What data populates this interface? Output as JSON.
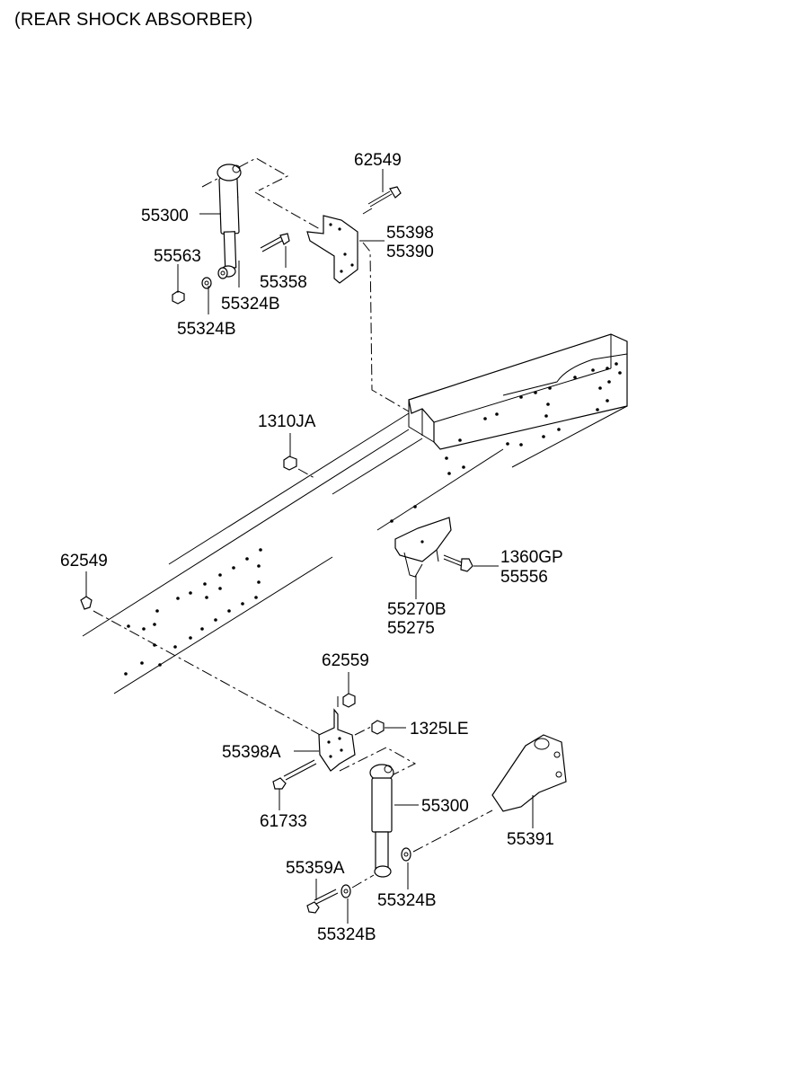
{
  "title": "(REAR SHOCK ABSORBER)",
  "labels": {
    "p62549_top": "62549",
    "p55300_top": "55300",
    "p55398": "55398",
    "p55390": "55390",
    "p55563": "55563",
    "p55358": "55358",
    "p55324B_a": "55324B",
    "p55324B_b": "55324B",
    "p1310JA": "1310JA",
    "p62549_left": "62549",
    "p1360GP": "1360GP",
    "p55556": "55556",
    "p55270B": "55270B",
    "p55275": "55275",
    "p62559": "62559",
    "p1325LE": "1325LE",
    "p55398A": "55398A",
    "p61733": "61733",
    "p55300_bottom": "55300",
    "p55391": "55391",
    "p55359A": "55359A",
    "p55324B_c": "55324B",
    "p55324B_d": "55324B"
  }
}
